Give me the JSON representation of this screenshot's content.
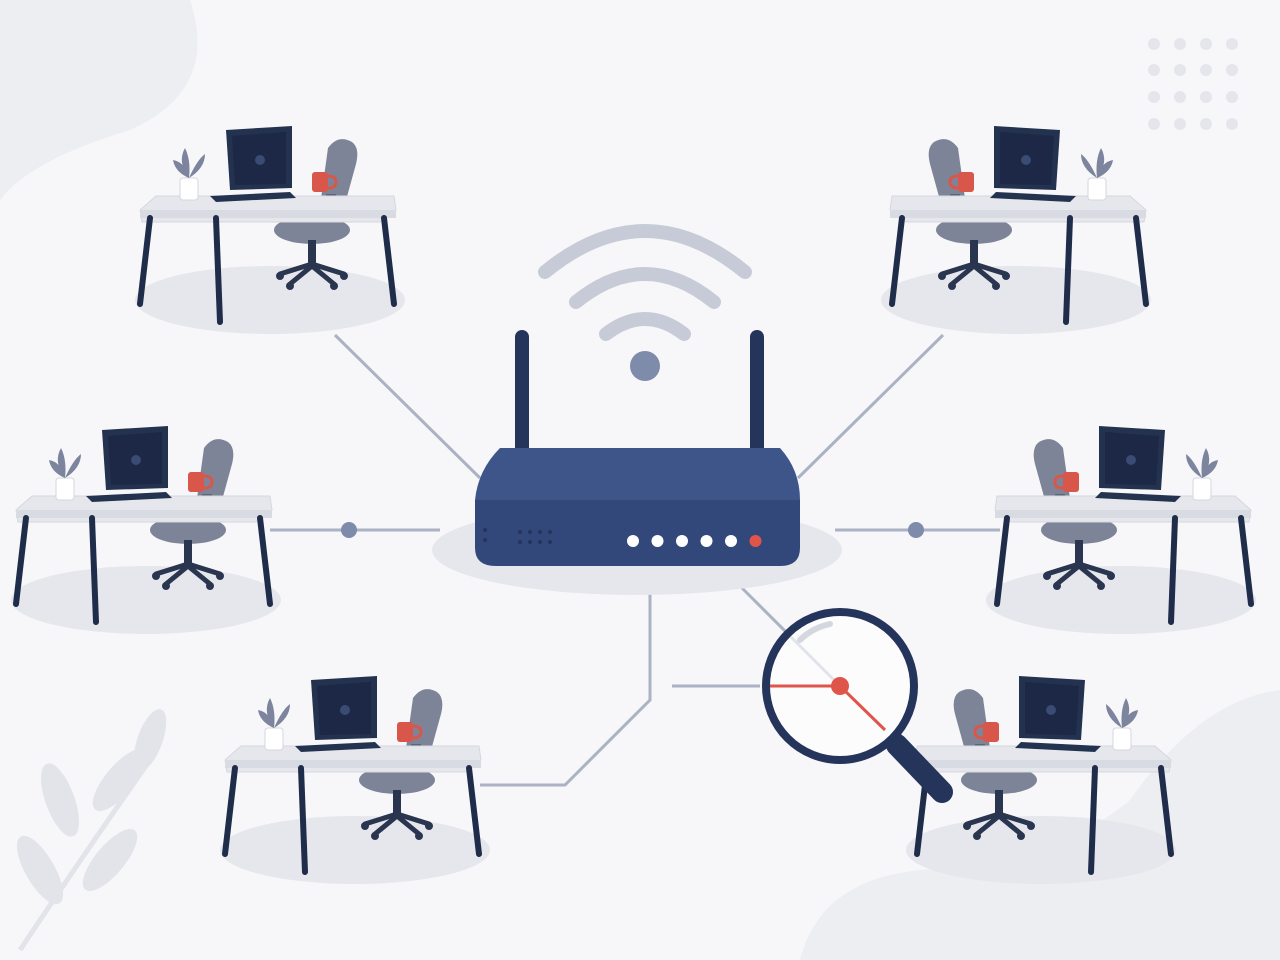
{
  "scene": {
    "description_free": true,
    "colors": {
      "background": "#f7f7f9",
      "blob": "#eceef2",
      "navy": "#25345a",
      "router_body": "#33487a",
      "router_top": "#3e5589",
      "line": "#aab2c4",
      "wifi_arc": "#c7cbd7",
      "wifi_dot": "#7f8bab",
      "desk_top": "#e6e7ec",
      "desk_leg": "#1f2d4b",
      "chair": "#7d8498",
      "laptop": "#23324f",
      "laptop_screen": "#1c2845",
      "mug": "#d9574a",
      "plant_leaf": "#7c859d",
      "pot": "#ffffff",
      "accent_red": "#e0554a",
      "shadow": "#e6e7ec",
      "leaf_decor": "#e2e4ea",
      "dot_grid": "#e4e6eb"
    },
    "router_leds": {
      "count": 6,
      "active_color_last": "#e0554a",
      "icon": "led-indicator"
    },
    "workstations": {
      "count": 6,
      "icon": "desk-with-laptop-and-chair"
    },
    "icons": [
      "wifi-icon",
      "router-icon",
      "magnifier-icon",
      "laptop-icon",
      "office-chair-icon",
      "plant-icon",
      "mug-icon"
    ]
  }
}
